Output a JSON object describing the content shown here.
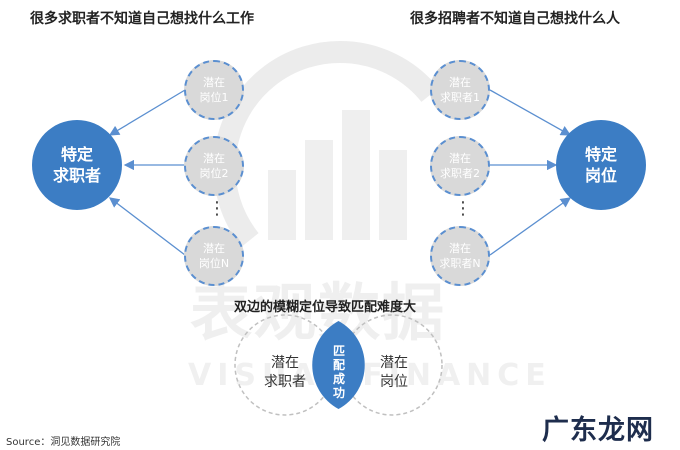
{
  "headings": {
    "left": "很多求职者不知道自己想找什么工作",
    "right": "很多招聘者不知道自己想找什么人"
  },
  "left_center": {
    "label_line1": "特定",
    "label_line2": "求职者"
  },
  "left_nodes": [
    {
      "line1": "潜在",
      "line2": "岗位1"
    },
    {
      "line1": "潜在",
      "line2": "岗位2"
    },
    {
      "line1": "潜在",
      "line2": "岗位N"
    }
  ],
  "right_center": {
    "label_line1": "特定",
    "label_line2": "岗位"
  },
  "right_nodes": [
    {
      "line1": "潜在",
      "line2": "求职者1"
    },
    {
      "line1": "潜在",
      "line2": "求职者2"
    },
    {
      "line1": "潜在",
      "line2": "求职者N"
    }
  ],
  "ellipsis": "⋮",
  "venn": {
    "title": "双边的模糊定位导致匹配难度大",
    "left_line1": "潜在",
    "left_line2": "求职者",
    "right_line1": "潜在",
    "right_line2": "岗位",
    "center": [
      "匹",
      "配",
      "成",
      "功"
    ]
  },
  "watermark": {
    "chinese": "表观数据",
    "english": "VISUAL FINANCE"
  },
  "source": "Source：洞见数据研究院",
  "brand": "广东龙网",
  "colors": {
    "primary": "#3c7dc4",
    "node_fill": "#d9d9d9",
    "node_border": "#5b8fd0",
    "arrow": "#5b8fd0",
    "venn_border": "#c0c0c0"
  }
}
